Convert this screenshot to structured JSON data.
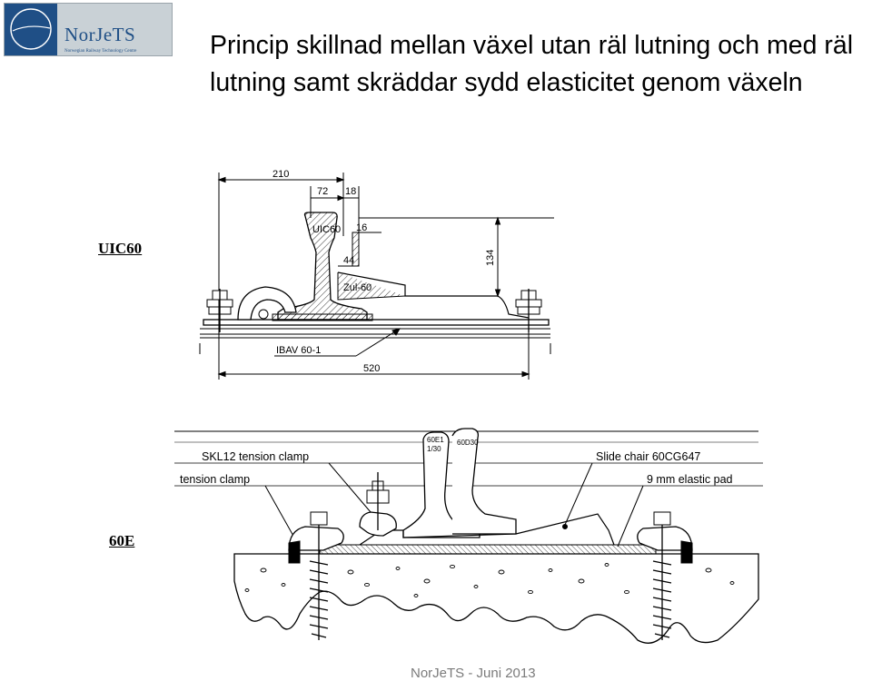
{
  "header": {
    "logo_name": "NorJeTS",
    "logo_subtitle": "Norwegian Railway Technology Centre",
    "title": "Princip skillnad mellan växel utan räl lutning och med räl lutning samt skräddar sydd  elasticitet  genom växeln"
  },
  "diagram_top": {
    "side_label": "UIC60",
    "dimensions": {
      "width_210": "210",
      "width_72": "72",
      "width_18": "18",
      "height_134": "134",
      "offset_16": "16",
      "offset_44": "44",
      "width_520": "520"
    },
    "rail_label": "UIC60",
    "chair_label": "Zul-60",
    "plate_label": "IBAV 60-1"
  },
  "diagram_bottom": {
    "side_label": "60E",
    "rail_label_1": "60E1",
    "rail_label_2": "1/30",
    "rail_label_3": "60D30",
    "callouts": {
      "skl12": "SKL12 tension clamp",
      "tension": "tension clamp",
      "slide_chair": "Slide chair 60CG647",
      "elastic_pad": "9 mm elastic pad"
    }
  },
  "footer": {
    "text": "NorJeTS - Juni 2013"
  }
}
